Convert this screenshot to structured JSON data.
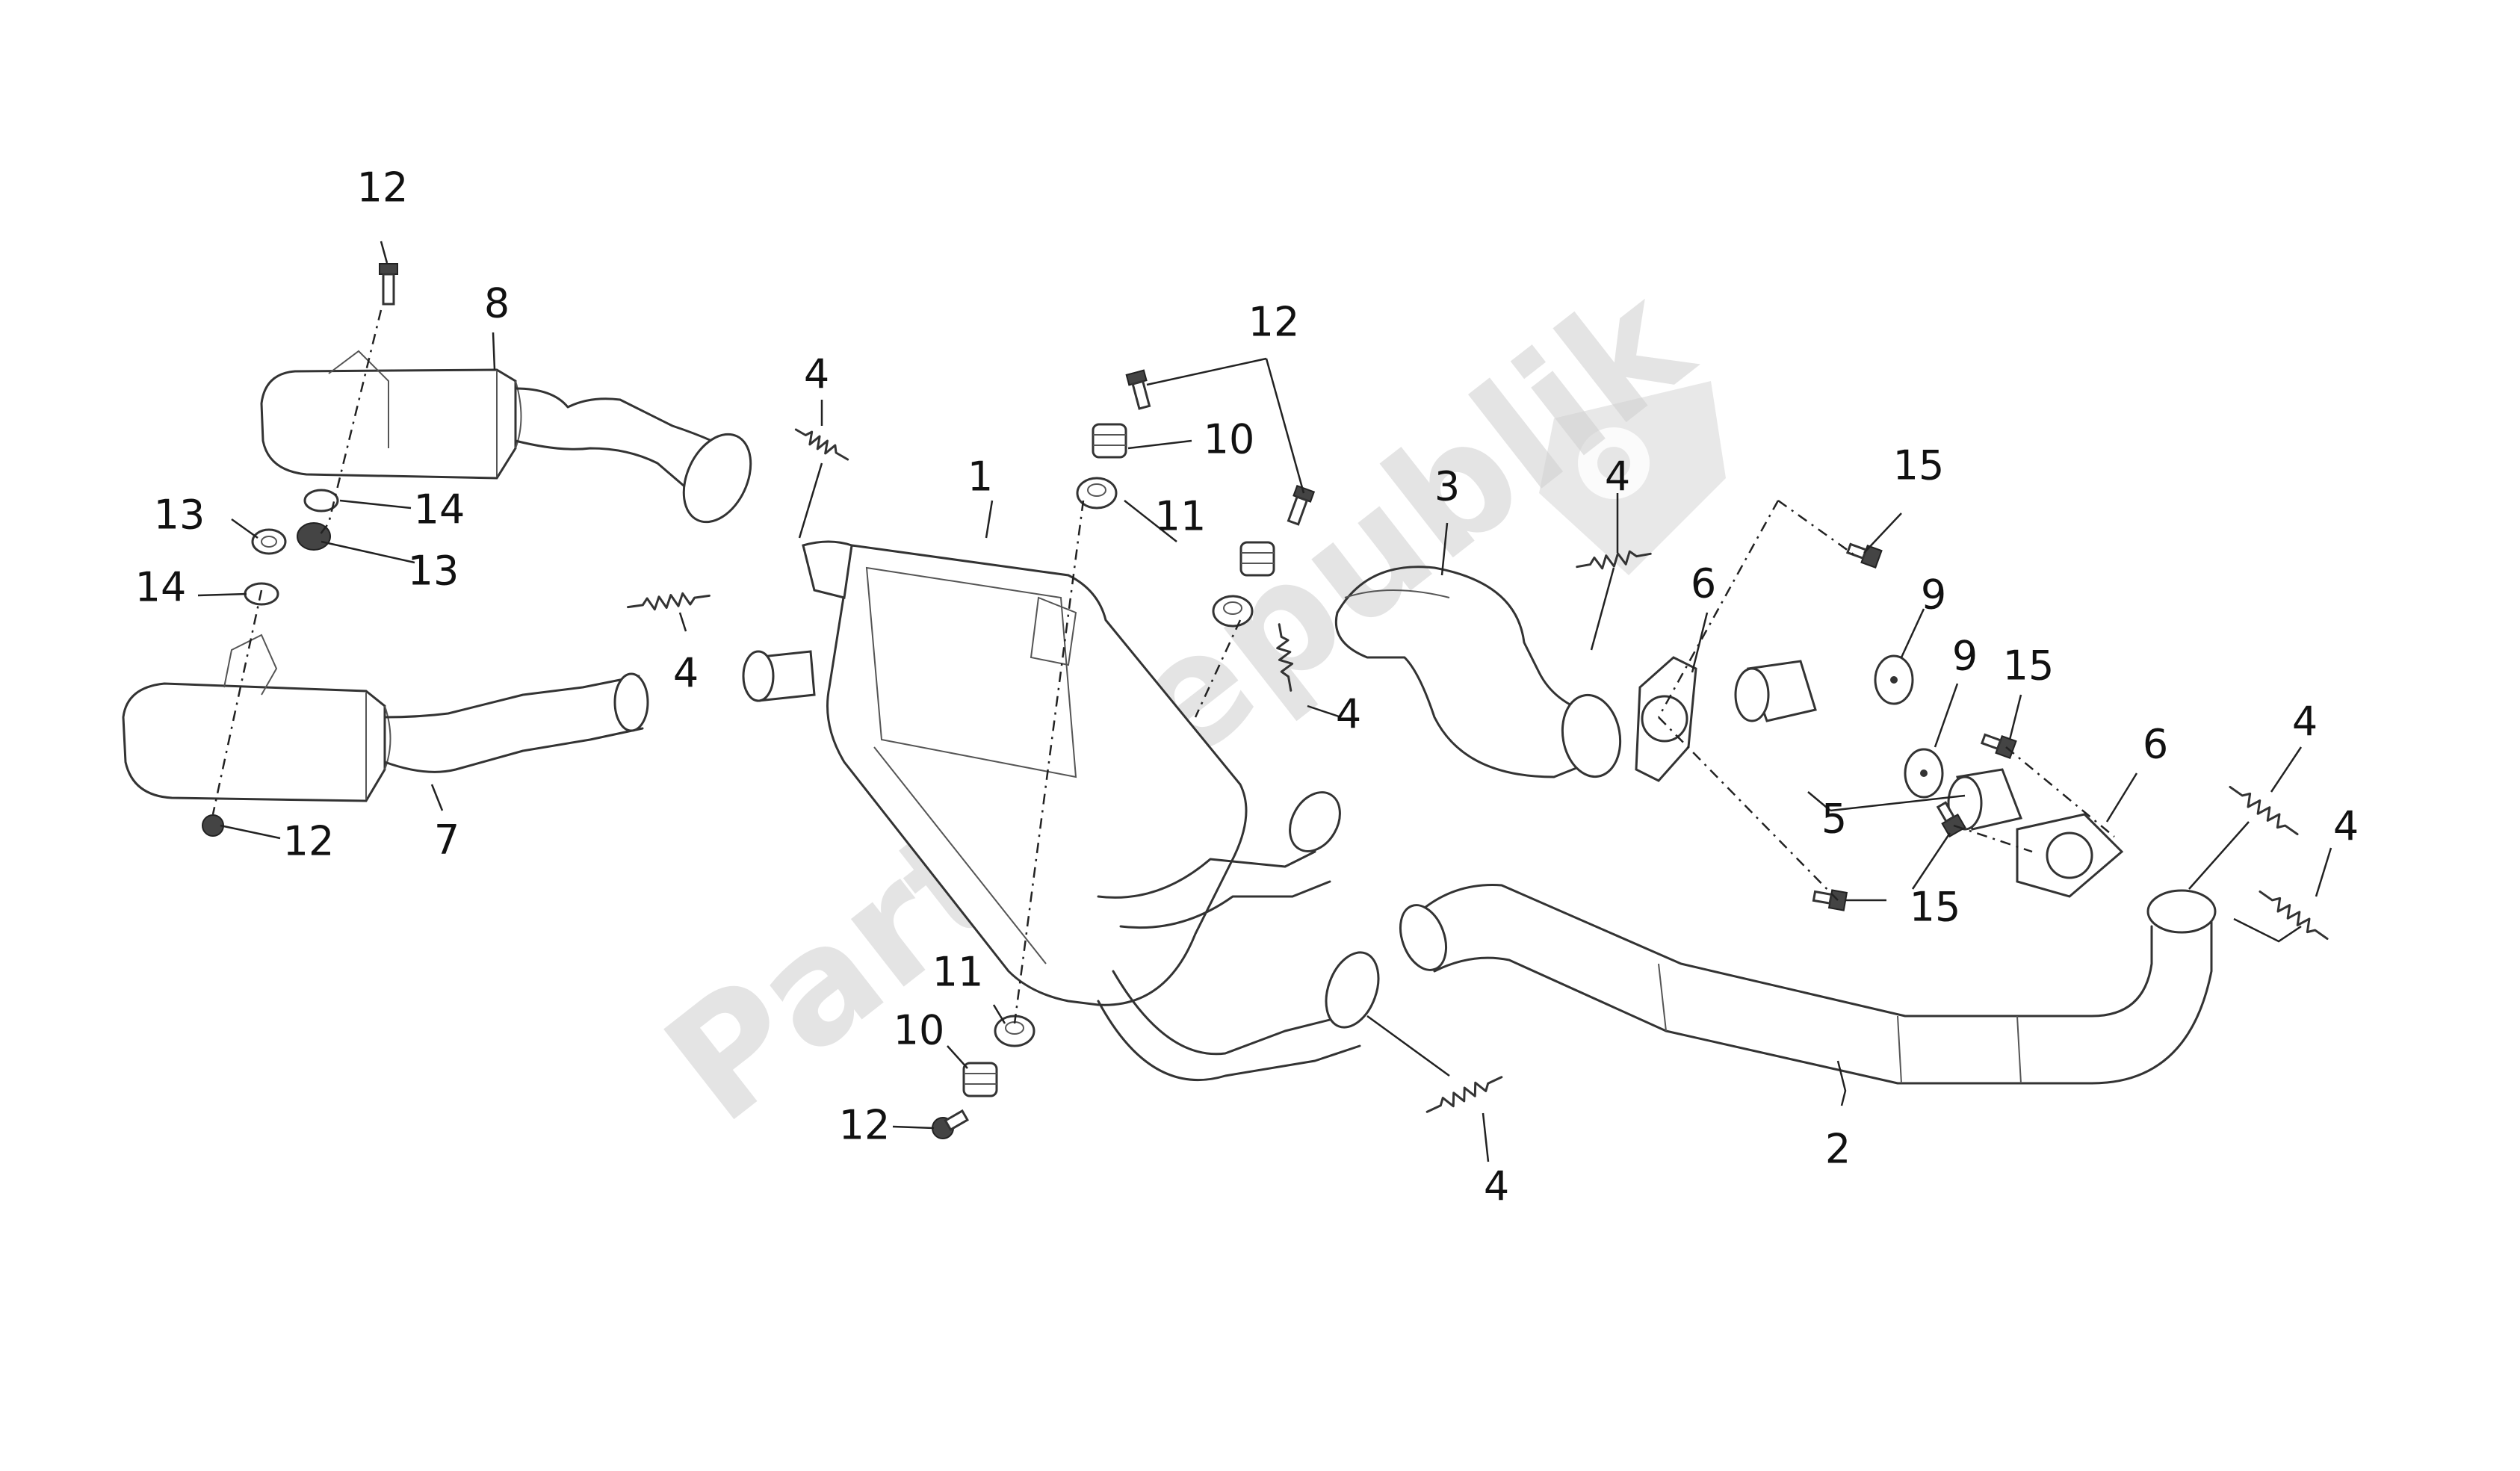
{
  "watermark": {
    "text": "PartsRepublik",
    "icon": "gear-icon"
  },
  "callouts": [
    {
      "id": "c1",
      "label": "1"
    },
    {
      "id": "c2",
      "label": "2"
    },
    {
      "id": "c3",
      "label": "3"
    },
    {
      "id": "c4a",
      "label": "4"
    },
    {
      "id": "c4b",
      "label": "4"
    },
    {
      "id": "c4c",
      "label": "4"
    },
    {
      "id": "c4d",
      "label": "4"
    },
    {
      "id": "c4e",
      "label": "4"
    },
    {
      "id": "c4f",
      "label": "4"
    },
    {
      "id": "c4g",
      "label": "4"
    },
    {
      "id": "c5",
      "label": "5"
    },
    {
      "id": "c6a",
      "label": "6"
    },
    {
      "id": "c6b",
      "label": "6"
    },
    {
      "id": "c7",
      "label": "7"
    },
    {
      "id": "c8",
      "label": "8"
    },
    {
      "id": "c9a",
      "label": "9"
    },
    {
      "id": "c9b",
      "label": "9"
    },
    {
      "id": "c10a",
      "label": "10"
    },
    {
      "id": "c10b",
      "label": "10"
    },
    {
      "id": "c11a",
      "label": "11"
    },
    {
      "id": "c11b",
      "label": "11"
    },
    {
      "id": "c12a",
      "label": "12"
    },
    {
      "id": "c12b",
      "label": "12"
    },
    {
      "id": "c12c",
      "label": "12"
    },
    {
      "id": "c12d",
      "label": "12"
    },
    {
      "id": "c13a",
      "label": "13"
    },
    {
      "id": "c13b",
      "label": "13"
    },
    {
      "id": "c14a",
      "label": "14"
    },
    {
      "id": "c14b",
      "label": "14"
    },
    {
      "id": "c15a",
      "label": "15"
    },
    {
      "id": "c15b",
      "label": "15"
    },
    {
      "id": "c15c",
      "label": "15"
    }
  ]
}
